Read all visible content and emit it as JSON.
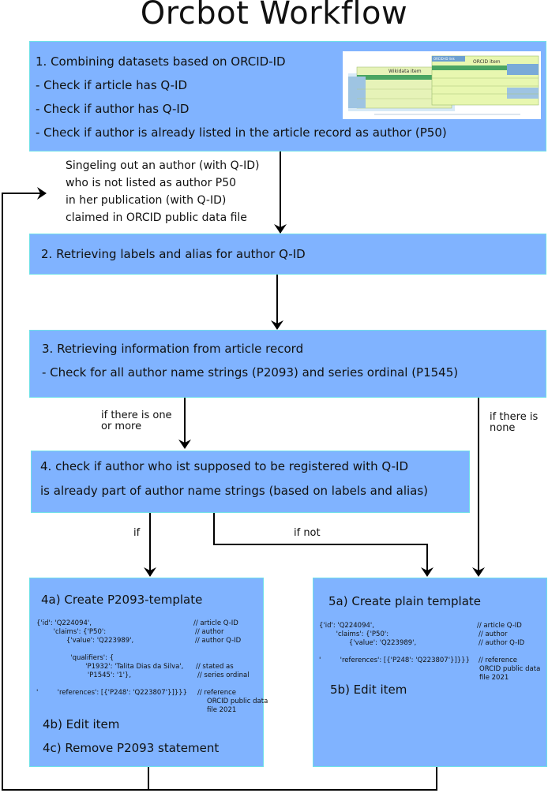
{
  "title": "Orcbot Workflow",
  "box1": {
    "lines": [
      "1. Combining datasets based on ORCID-ID",
      "- Check if article has Q-ID",
      "- Check if author has Q-ID",
      "- Check if author is already listed in the article record as author (P50)"
    ],
    "thumbnail": {
      "left_label": "Wikidata item",
      "right_label": "ORCID item",
      "tab_label": "ORCID-ID link"
    }
  },
  "note_singling": [
    "Singeling out an author (with Q-ID)",
    "who is not listed as author P50",
    "in her publication (with Q-ID)",
    "claimed in ORCID public data file"
  ],
  "box2": {
    "text": "2. Retrieving labels and alias for author Q-ID"
  },
  "box3": {
    "lines": [
      "3.  Retrieving information from article record",
      "- Check for all author name strings (P2093) and series ordinal (P1545)"
    ]
  },
  "edge_labels": {
    "one_or_more": [
      "if there is one",
      "or more"
    ],
    "none": [
      "if there is",
      "none"
    ],
    "if": "if",
    "if_not": "if not"
  },
  "box4": {
    "lines": [
      "4. check if author who ist supposed to be registered with Q-ID",
      "is already part of author name strings (based on labels and alias)"
    ]
  },
  "box4a": {
    "heading": "4a) Create P2093-template",
    "code": [
      "{'id': 'Q224094',",
      "        'claims': {'P50':",
      "              {'value': 'Q223989',",
      "",
      "                'qualifiers': {",
      "                       'P1932': 'Talita Dias da Silva',",
      "                        'P1545': '1'},",
      "",
      "'         'references': [{'P248': 'Q223807'}]}}}"
    ],
    "comments": [
      "// article Q-ID",
      "// author",
      "// author Q-ID",
      "",
      "",
      "// stated as",
      "// series ordinal",
      "",
      "// reference",
      "ORCID public data",
      "file 2021"
    ],
    "edit": "4b) Edit item",
    "remove": "4c) Remove P2093 statement"
  },
  "box5a": {
    "heading": "5a) Create plain template",
    "code": [
      "{'id': 'Q224094',",
      "        'claims': {'P50':",
      "              {'value': 'Q223989',",
      "",
      "'         'references': [{'P248': 'Q223807'}]}}}"
    ],
    "comments": [
      "// article Q-ID",
      "// author",
      "// author Q-ID",
      "",
      "// reference",
      "ORCID public data",
      "file 2021"
    ],
    "edit": "5b) Edit item"
  }
}
